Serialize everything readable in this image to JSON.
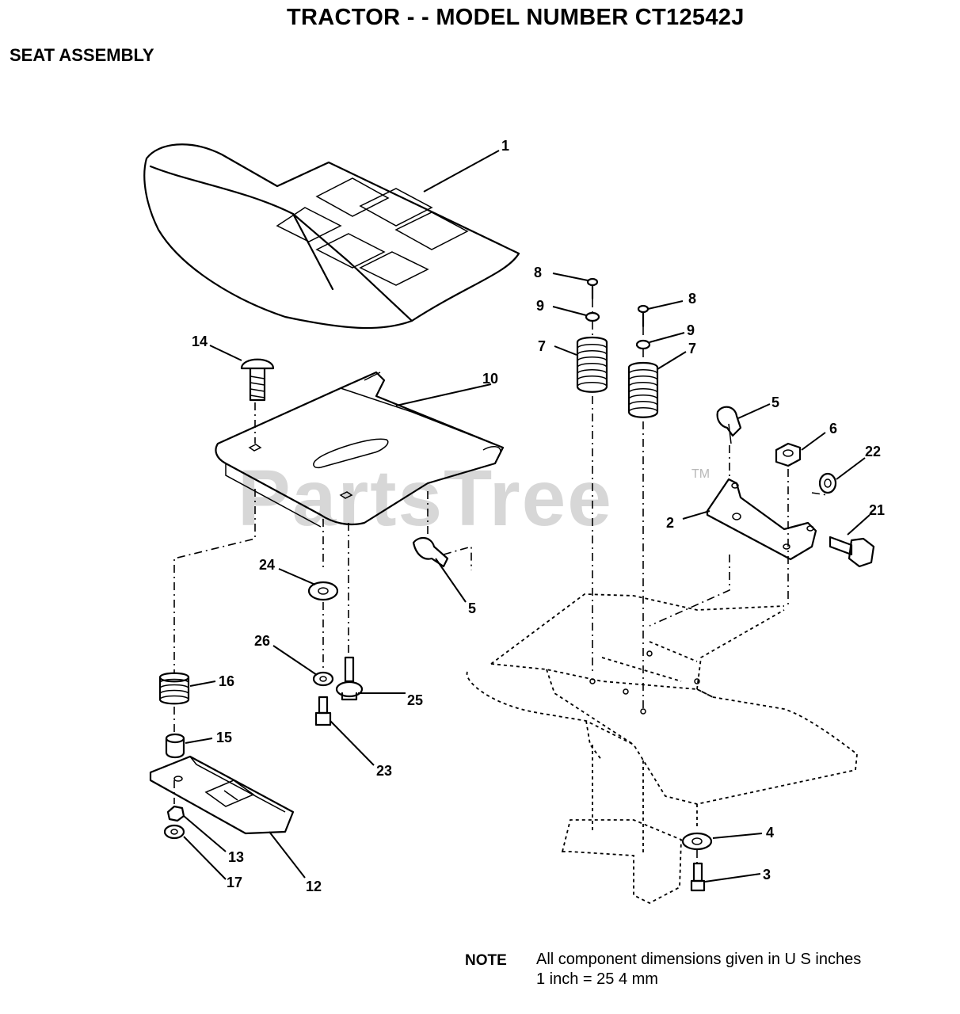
{
  "header": {
    "title": "TRACTOR - - MODEL NUMBER CT12542J",
    "subtitle": "SEAT ASSEMBLY"
  },
  "watermark": {
    "text": "PartsTree",
    "tm": "TM"
  },
  "note": {
    "label": "NOTE",
    "line1": "All component dimensions given in U S  inches",
    "line2": "1 inch = 25 4 mm"
  },
  "callouts": {
    "c1": "1",
    "c2": "2",
    "c3": "3",
    "c4": "4",
    "c5a": "5",
    "c5b": "5",
    "c6": "6",
    "c7a": "7",
    "c7b": "7",
    "c8a": "8",
    "c8b": "8",
    "c9a": "9",
    "c9b": "9",
    "c10": "10",
    "c12": "12",
    "c13": "13",
    "c14": "14",
    "c15": "15",
    "c16": "16",
    "c17": "17",
    "c21": "21",
    "c22": "22",
    "c23": "23",
    "c24": "24",
    "c25": "25",
    "c26": "26"
  }
}
